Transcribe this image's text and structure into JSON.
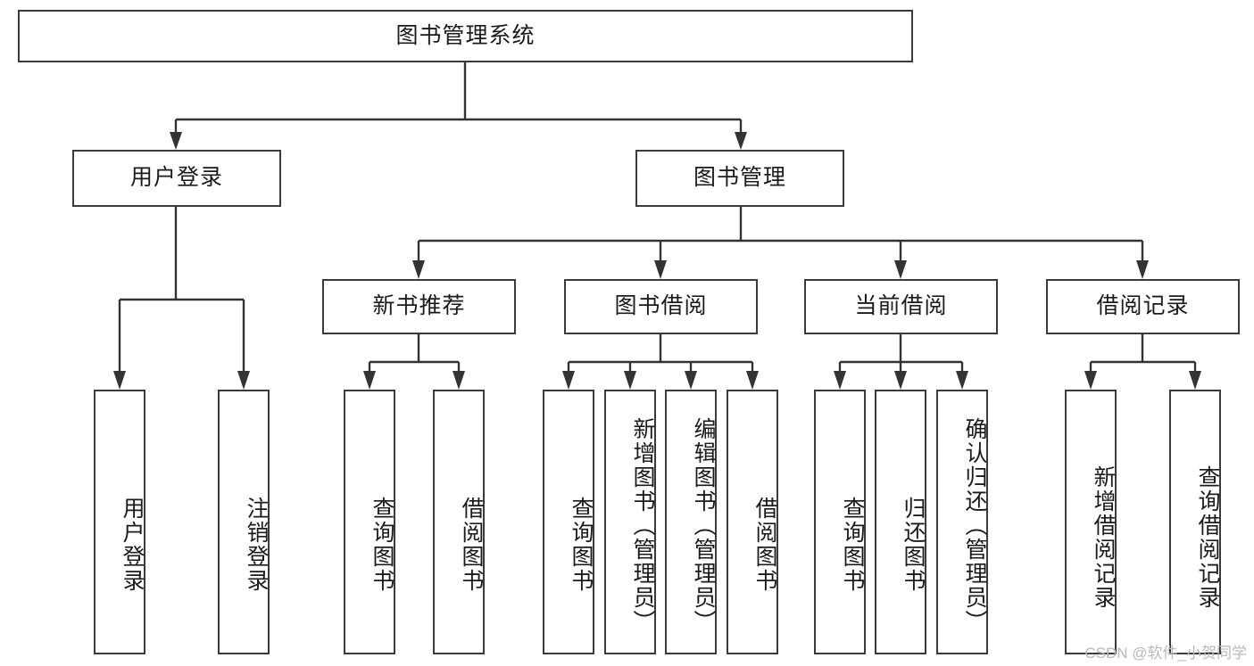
{
  "diagram": {
    "title": "图书管理系统",
    "type": "tree-hierarchy",
    "root": {
      "id": "root",
      "label": "图书管理系统"
    },
    "level1": [
      {
        "id": "user-login",
        "label": "用户登录"
      },
      {
        "id": "book-manage",
        "label": "图书管理"
      }
    ],
    "level2": [
      {
        "id": "new-book-recommend",
        "label": "新书推荐",
        "parent": "book-manage"
      },
      {
        "id": "book-borrow",
        "label": "图书借阅",
        "parent": "book-manage"
      },
      {
        "id": "current-borrow",
        "label": "当前借阅",
        "parent": "book-manage"
      },
      {
        "id": "borrow-record",
        "label": "借阅记录",
        "parent": "book-manage"
      }
    ],
    "leaves": [
      {
        "id": "leaf-user-login",
        "label": "用户登录",
        "parent": "user-login"
      },
      {
        "id": "leaf-logout",
        "label": "注销登录",
        "parent": "user-login"
      },
      {
        "id": "leaf-query-book-1",
        "label": "查询图书",
        "parent": "new-book-recommend"
      },
      {
        "id": "leaf-borrow-book-1",
        "label": "借阅图书",
        "parent": "new-book-recommend"
      },
      {
        "id": "leaf-query-book-2",
        "label": "查询图书",
        "parent": "book-borrow"
      },
      {
        "id": "leaf-add-book",
        "label": "新增图书（管理员）",
        "parent": "book-borrow"
      },
      {
        "id": "leaf-edit-book",
        "label": "编辑图书（管理员）",
        "parent": "book-borrow"
      },
      {
        "id": "leaf-borrow-book-2",
        "label": "借阅图书",
        "parent": "book-borrow"
      },
      {
        "id": "leaf-query-book-3",
        "label": "查询图书",
        "parent": "current-borrow"
      },
      {
        "id": "leaf-return-book",
        "label": "归还图书",
        "parent": "current-borrow"
      },
      {
        "id": "leaf-confirm-return",
        "label": "确认归还（管理员）",
        "parent": "current-borrow"
      },
      {
        "id": "leaf-add-record",
        "label": "新增借阅记录",
        "parent": "borrow-record"
      },
      {
        "id": "leaf-query-record",
        "label": "查询借阅记录",
        "parent": "borrow-record"
      }
    ]
  },
  "watermark": {
    "text": "CSDN @软件_小贺同学"
  },
  "colors": {
    "border": "#3a3a3a",
    "line": "#333333",
    "background": "#ffffff",
    "text": "#1b1b1b",
    "watermark": "#b9b9b9"
  }
}
